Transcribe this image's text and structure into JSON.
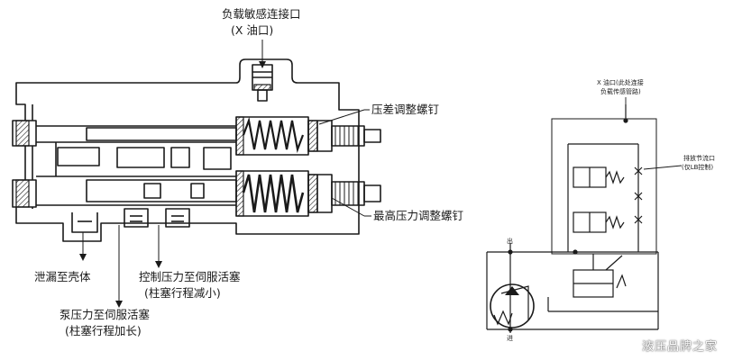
{
  "left_diagram": {
    "label_x_port_line1": "负载敏感连接口",
    "label_x_port_line2": "(X 油口)",
    "label_diff_screw": "压差调整螺钉",
    "label_max_screw": "最高压力调整螺钉",
    "label_drain": "泄漏至壳体",
    "label_control_line1": "控制压力至伺服活塞",
    "label_control_line2": "(柱塞行程减小)",
    "label_pump_line1": "泵压力至伺服活塞",
    "label_pump_line2": "(柱塞行程加长)"
  },
  "right_diagram": {
    "label_x_port_line1": "X 油口(此处连接",
    "label_x_port_line2": "负载传感管路)",
    "label_bleed_line1": "排放节流口",
    "label_bleed_line2": "(仅LB控制)",
    "label_out": "出",
    "label_in": "进"
  },
  "watermark": "液压品牌之家",
  "colors": {
    "line": "#1a1a1a",
    "fill_light": "#ffffff",
    "hatch": "#1a1a1a"
  }
}
